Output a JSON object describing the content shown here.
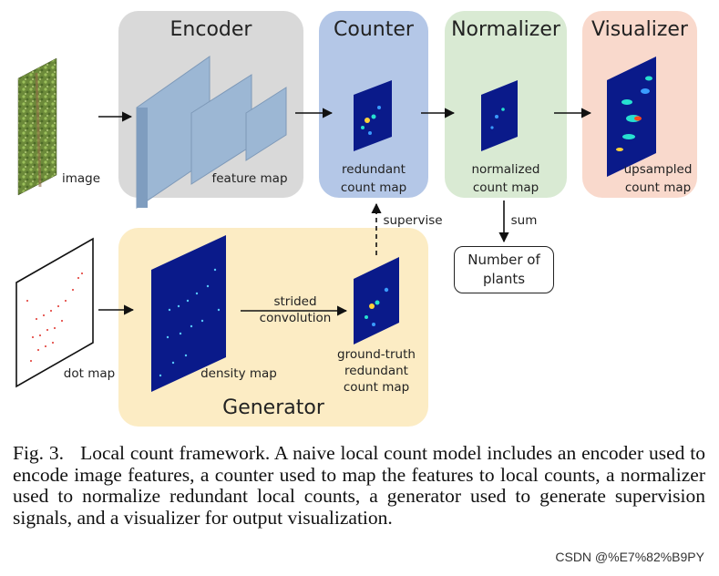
{
  "boxes": {
    "encoder": {
      "title": "Encoder",
      "label": "feature map",
      "color": "#d9d9d9"
    },
    "counter": {
      "title": "Counter",
      "label_line1": "redundant",
      "label_line2": "count map",
      "color": "#b4c7e7"
    },
    "normalizer": {
      "title": "Normalizer",
      "label_line1": "normalized",
      "label_line2": "count map",
      "color": "#d9ead3"
    },
    "visualizer": {
      "title": "Visualizer",
      "label_line1": "upsampled",
      "label_line2": "count map",
      "color": "#f9d9cc"
    },
    "generator": {
      "title": "Generator",
      "color": "#fcecc4"
    }
  },
  "labels": {
    "image": "image",
    "dot_map": "dot map",
    "density_map": "density map",
    "strided_line1": "strided",
    "strided_line2": "convolution",
    "gt_line1": "ground-truth",
    "gt_line2": "redundant",
    "gt_line3": "count map",
    "supervise": "supervise",
    "sum": "sum"
  },
  "result": {
    "line1": "Number of",
    "line2": "plants"
  },
  "caption": {
    "fig": "Fig. 3.",
    "text": "Local count framework. A naive local count model includes an encoder used to encode image features, a counter used to map the features to local counts, a normalizer used to normalize redundant local counts, a generator used to generate supervision signals, and a visualizer for output visualization."
  },
  "watermark": "CSDN @%E7%82%B9PY"
}
